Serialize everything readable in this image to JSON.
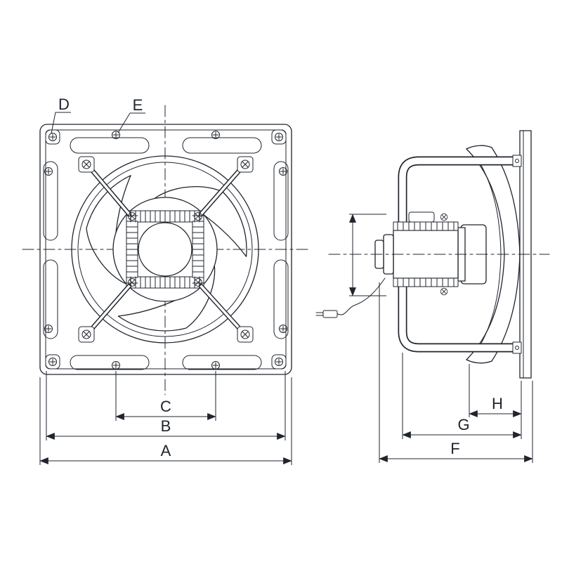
{
  "drawing": {
    "kind": "industrial-exhaust-fan-dimension-drawing",
    "colors": {
      "line": "#20242c",
      "background": "#ffffff"
    }
  },
  "labels": {
    "callouts": {
      "d": "D",
      "e": "E"
    },
    "dimensions": {
      "a": "A",
      "b": "B",
      "c": "C",
      "f": "F",
      "g": "G",
      "h": "H"
    }
  }
}
